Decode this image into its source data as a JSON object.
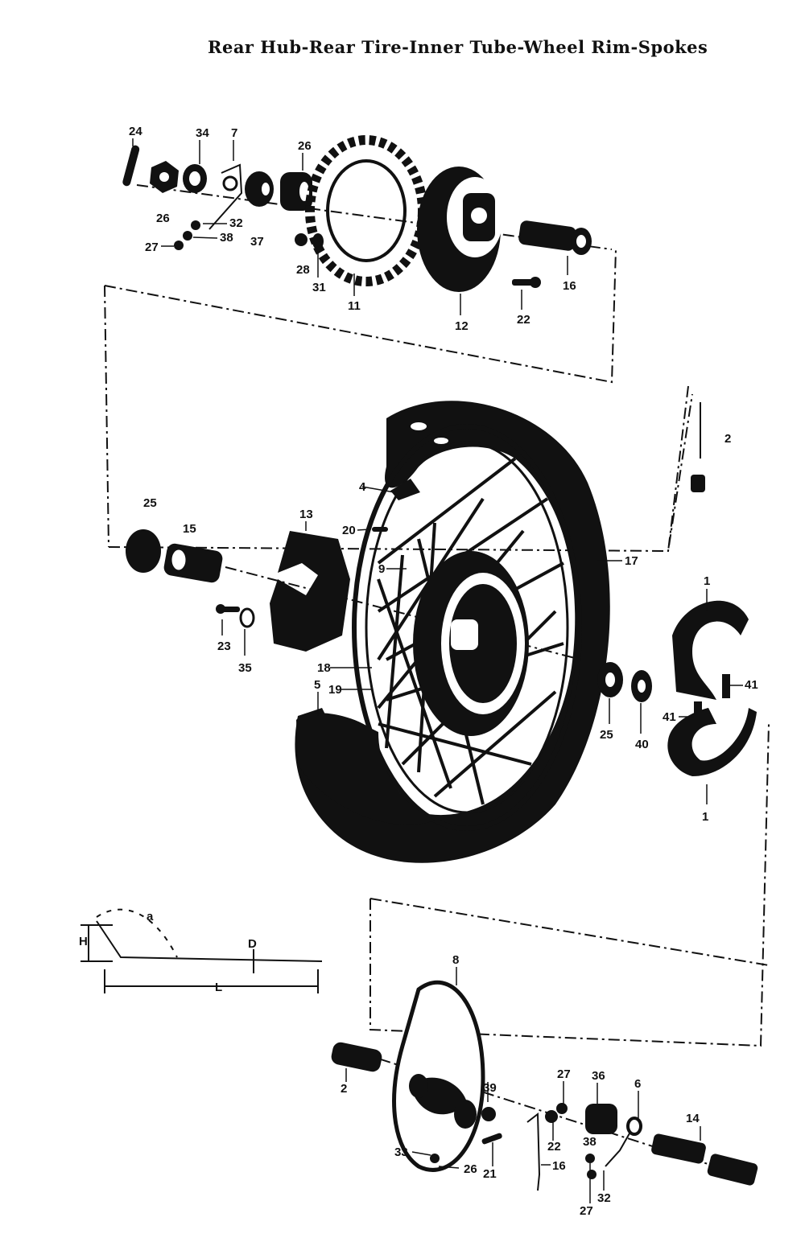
{
  "title": "Rear Hub-Rear Tire-Inner Tube-Wheel Rim-Spokes",
  "colors": {
    "ink": "#111111",
    "paper": "#ffffff"
  },
  "callouts": {
    "c24": "24",
    "c34": "34",
    "c7a": "7",
    "c26a": "26",
    "c26b": "26",
    "c32a": "32",
    "c38a": "38",
    "c27a": "27",
    "c37": "37",
    "c28": "28",
    "c31": "31",
    "c11": "11",
    "c12": "12",
    "c22a": "22",
    "c16a": "16",
    "c2a": "2",
    "c4": "4",
    "c17": "17",
    "c25a": "25",
    "c15": "15",
    "c13": "13",
    "c20": "20",
    "c9": "9",
    "c23": "23",
    "c35": "35",
    "c18": "18",
    "c19": "19",
    "c5": "5",
    "c1a": "1",
    "c41a": "41",
    "c41b": "41",
    "c25b": "25",
    "c40": "40",
    "c1b": "1",
    "c8": "8",
    "c2b": "2",
    "c39": "39",
    "c27b": "27",
    "c36": "36",
    "c6": "6",
    "c14": "14",
    "c33": "33",
    "c26c": "26",
    "c21": "21",
    "c22b": "22",
    "c16b": "16",
    "c38b": "38",
    "c27c": "27",
    "c32b": "32"
  },
  "spoke_diagram": {
    "H": "H",
    "D": "D",
    "L": "L",
    "angle_mark": "a"
  }
}
